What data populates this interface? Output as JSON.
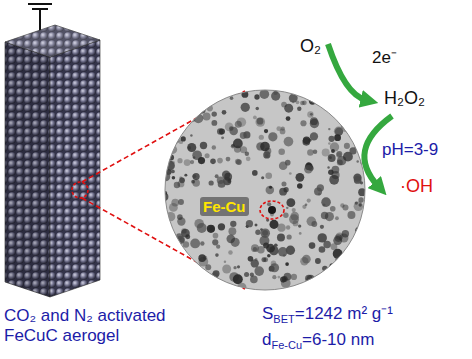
{
  "diagram": {
    "nodes": [
      {
        "text": [
          "Fe-Cu"
        ]
      }
    ],
    "labels": [
      "CO₂ and N₂ activated FeCuC aerogel",
      "O₂",
      "2e⁻",
      "H₂O₂",
      "pH=3-9",
      "·OH",
      "S",
      "BET",
      "=1242 m² g⁻¹",
      "d",
      "Fe-Cu",
      "=6-10 nm"
    ]
  }
}
